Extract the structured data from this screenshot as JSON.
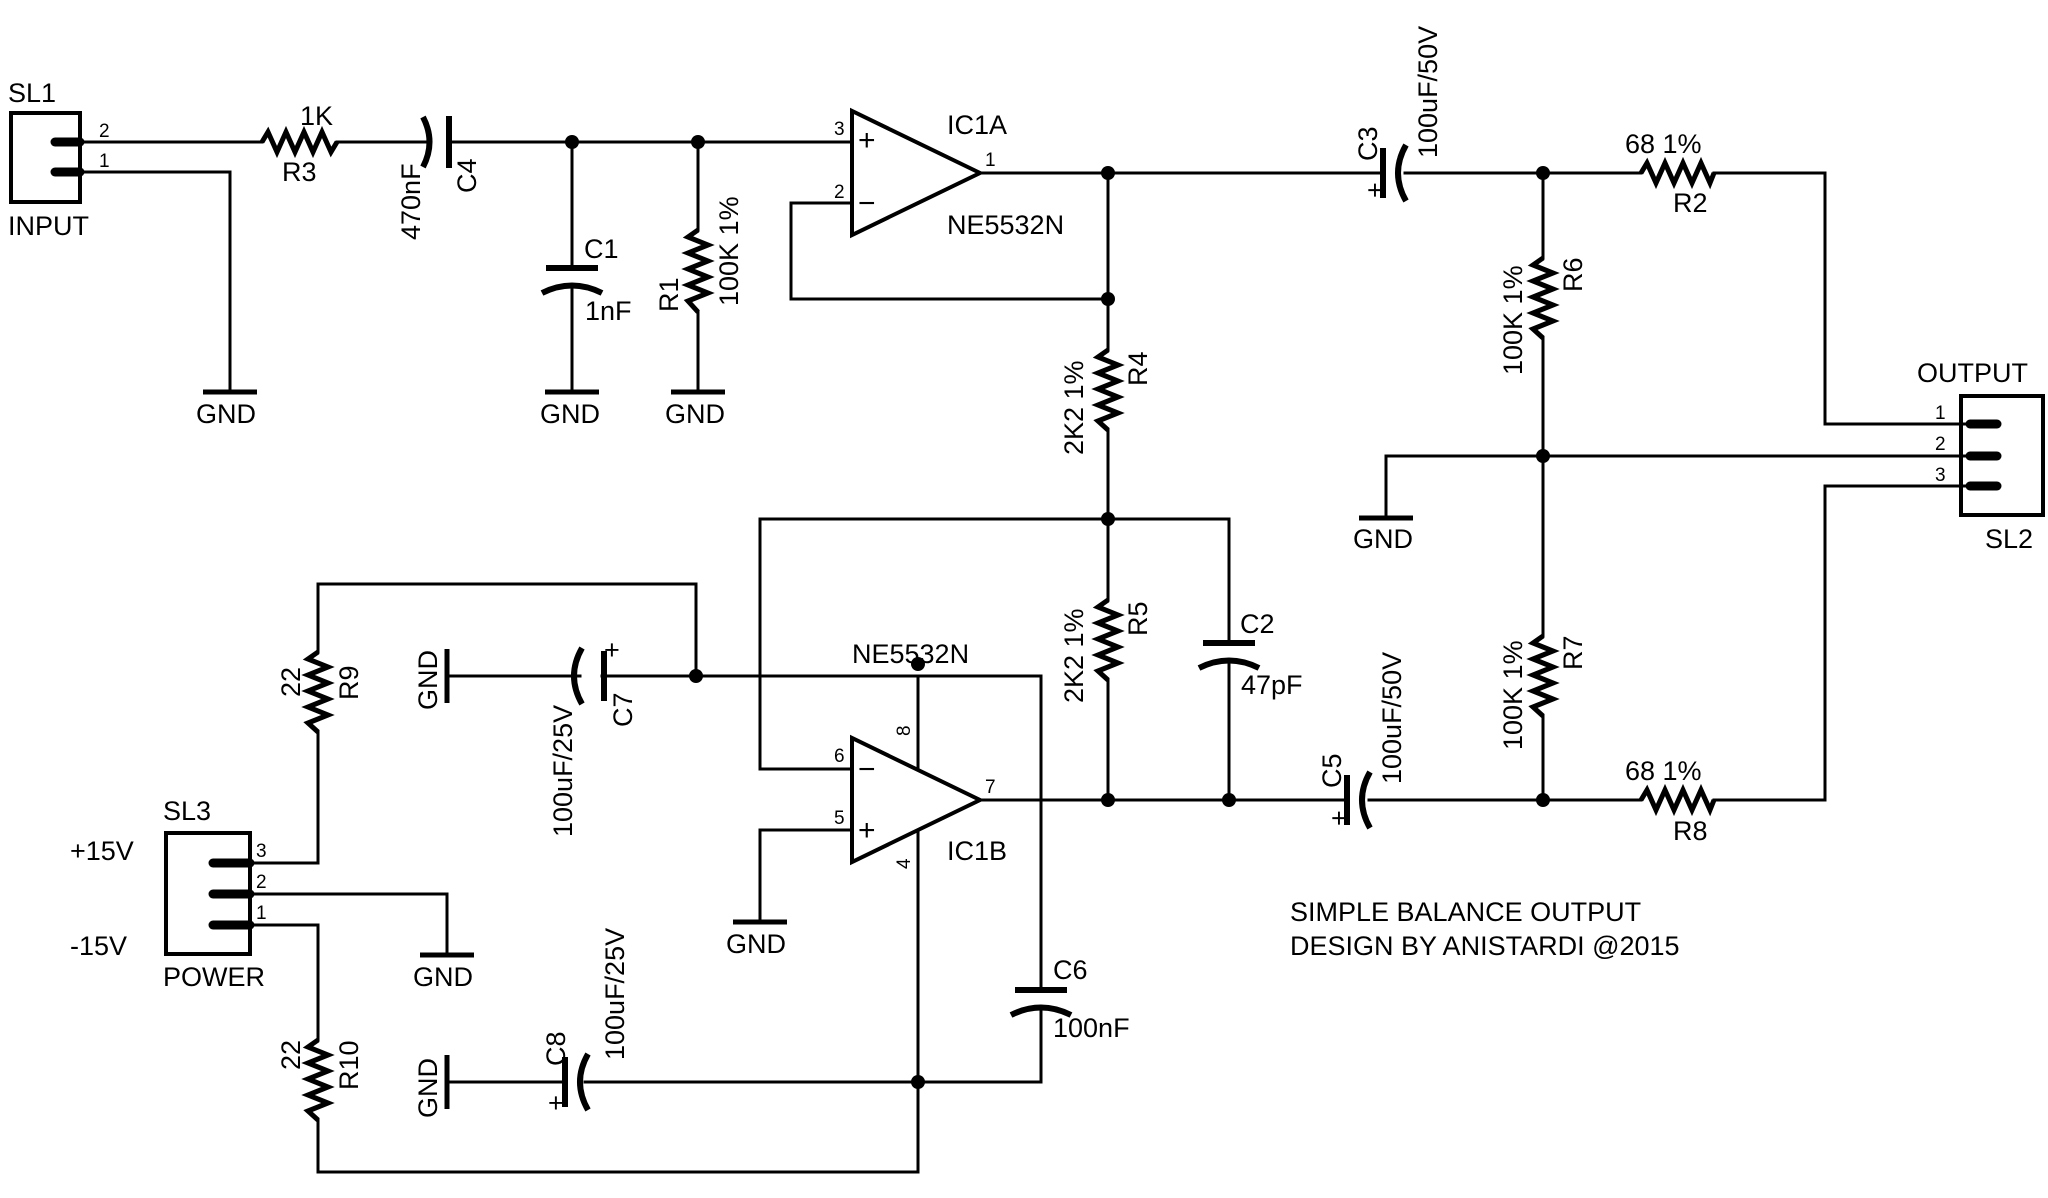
{
  "connectors": {
    "sl1": {
      "name": "SL1",
      "value": "INPUT",
      "pins": [
        "2",
        "1"
      ]
    },
    "sl2": {
      "name": "SL2",
      "value": "OUTPUT",
      "pins": [
        "1",
        "2",
        "3"
      ]
    },
    "sl3": {
      "name": "SL3",
      "value": "POWER",
      "pins": [
        "3",
        "2",
        "1"
      ]
    }
  },
  "ics": {
    "ic1a": {
      "name": "IC1A",
      "part": "NE5532N",
      "pins": {
        "in_plus": "3",
        "in_minus": "2",
        "out": "1"
      }
    },
    "ic1b": {
      "name": "IC1B",
      "part": "NE5532N",
      "pins": {
        "in_minus": "6",
        "in_plus": "5",
        "out": "7",
        "vcc": "8",
        "vee": "4"
      }
    }
  },
  "resistors": {
    "r1": {
      "name": "R1",
      "value": "100K 1%"
    },
    "r2": {
      "name": "R2",
      "value": "68 1%"
    },
    "r3": {
      "name": "R3",
      "value": "1K"
    },
    "r4": {
      "name": "R4",
      "value": "2K2 1%"
    },
    "r5": {
      "name": "R5",
      "value": "2K2 1%"
    },
    "r6": {
      "name": "R6",
      "value": "100K 1%"
    },
    "r7": {
      "name": "R7",
      "value": "100K 1%"
    },
    "r8": {
      "name": "R8",
      "value": "68 1%"
    },
    "r9": {
      "name": "R9",
      "value": "22"
    },
    "r10": {
      "name": "R10",
      "value": "22"
    }
  },
  "capacitors": {
    "c1": {
      "name": "C1",
      "value": "1nF"
    },
    "c2": {
      "name": "C2",
      "value": "47pF"
    },
    "c3": {
      "name": "C3",
      "value": "100uF/50V"
    },
    "c4": {
      "name": "C4",
      "value": "470nF"
    },
    "c5": {
      "name": "C5",
      "value": "100uF/50V"
    },
    "c6": {
      "name": "C6",
      "value": "100nF"
    },
    "c7": {
      "name": "C7",
      "value": "100uF/25V"
    },
    "c8": {
      "name": "C8",
      "value": "100uF/25V"
    }
  },
  "symbols": {
    "gnd": "GND",
    "plus": "+",
    "minus": "−"
  },
  "supplies": {
    "pos": "+15V",
    "neg": "-15V"
  },
  "notes": {
    "line1": "SIMPLE BALANCE OUTPUT",
    "line2": "DESIGN BY ANISTARDI @2015"
  }
}
